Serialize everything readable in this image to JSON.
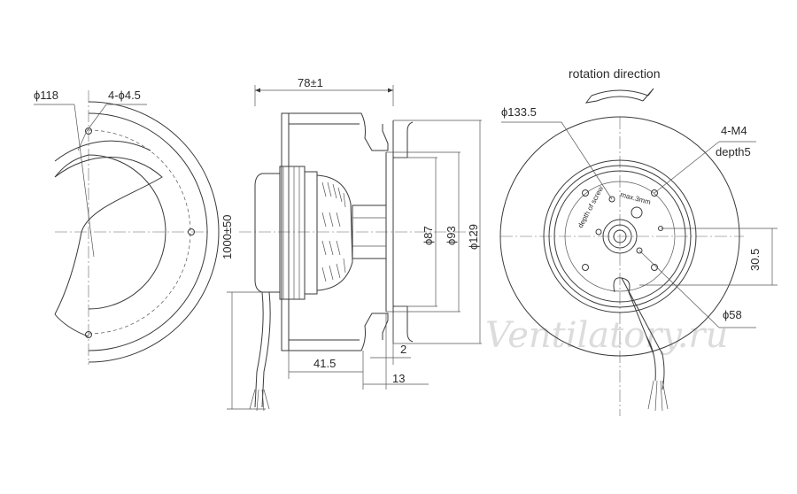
{
  "labels": {
    "phi118": "ϕ118",
    "holes_4_phi45": "4-ϕ4.5",
    "width_78": "78±1",
    "cable_1000": "1000±50",
    "phi87": "ϕ87",
    "phi93": "ϕ93",
    "phi129": "ϕ129",
    "dim_2": "2",
    "dim_415": "41.5",
    "dim_13": "13",
    "rotation": "rotation direction",
    "phi1335": "ϕ133.5",
    "m4": "4-M4",
    "depth5": "depth5",
    "depth_screw": "depth of screw",
    "max3": "max.3mm",
    "dim_305": "30.5",
    "phi58": "ϕ58",
    "watermark": "Ventilatory.ru"
  },
  "colors": {
    "line": "#3a3a3a",
    "watermark": "#dcdcdc"
  }
}
